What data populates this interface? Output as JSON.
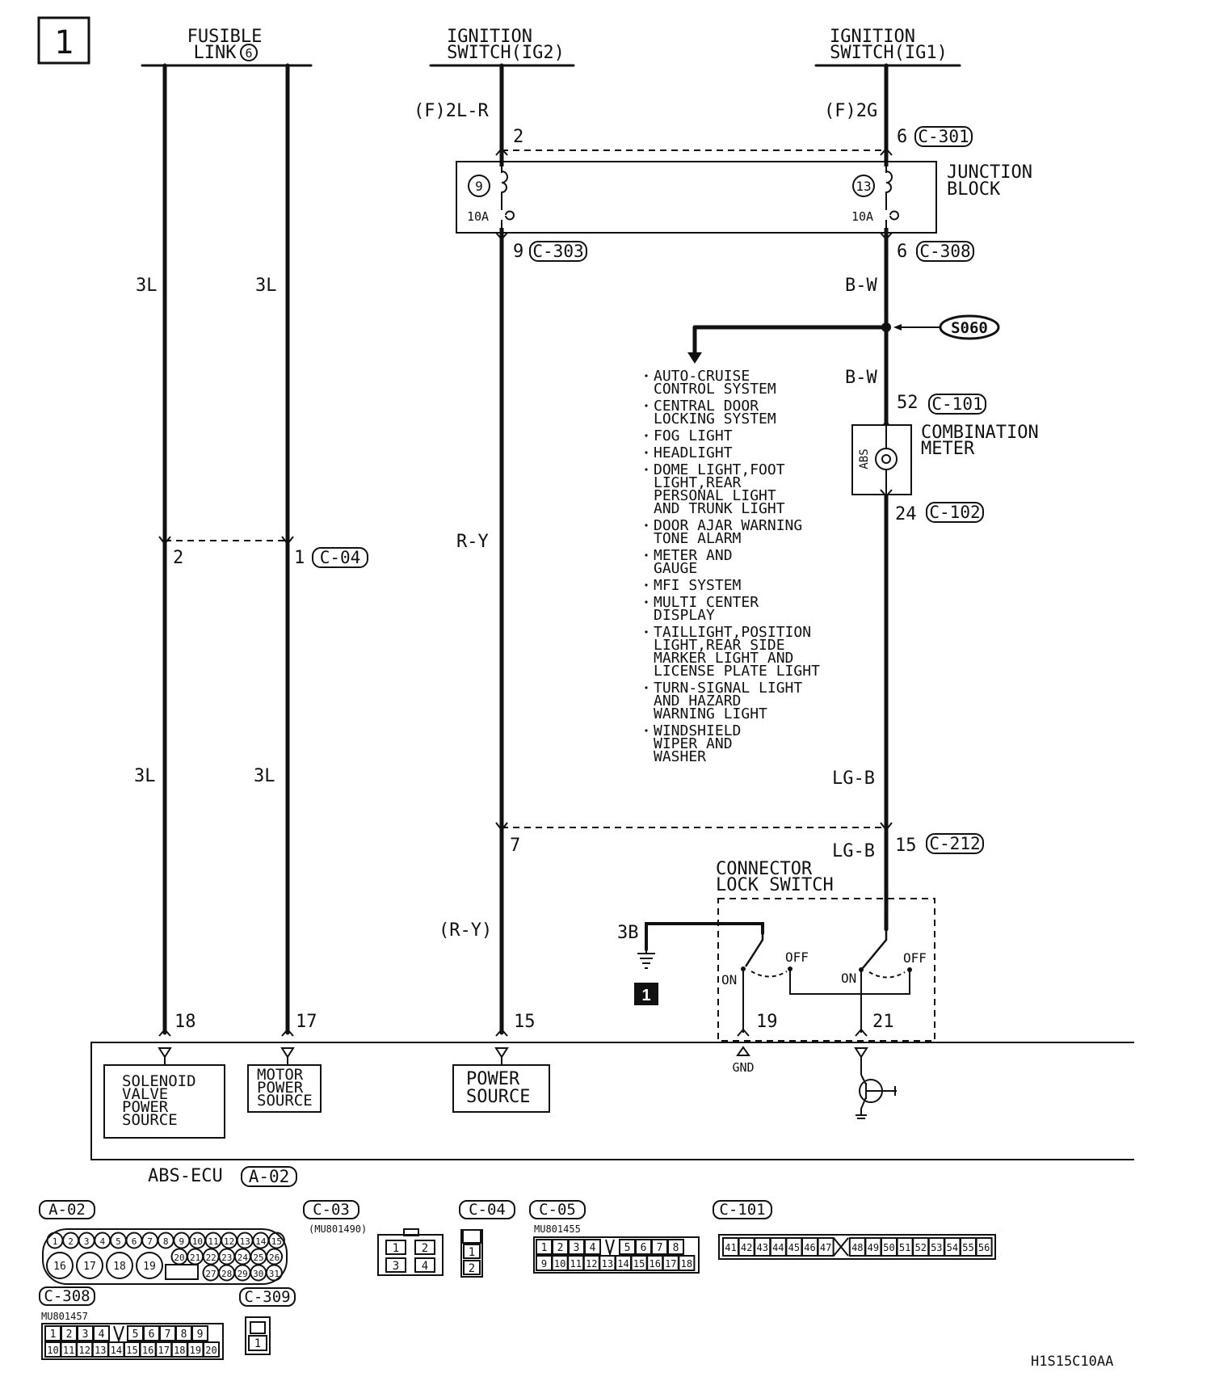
{
  "page_number": "1",
  "sources": {
    "fusible_link": [
      "FUSIBLE",
      "LINK"
    ],
    "fusible_link_num": "6",
    "ig2": [
      "IGNITION",
      "SWITCH(IG2)"
    ],
    "ig1": [
      "IGNITION",
      "SWITCH(IG1)"
    ]
  },
  "junction_block": {
    "label": [
      "JUNCTION",
      "BLOCK"
    ],
    "fuse_left": "9",
    "fuse_right": "13",
    "rating_left": "10A",
    "rating_right": "10A"
  },
  "wires": {
    "f2lr": "(F)2L-R",
    "f2g": "(F)2G",
    "l3_1": "3L",
    "l3_2": "3L",
    "l3_3": "3L",
    "l3_4": "3L",
    "bw_1": "B-W",
    "bw_2": "B-W",
    "ry": "R-Y",
    "ry_paren": "(R-Y)",
    "lgb_1": "LG-B",
    "lgb_2": "LG-B",
    "b3": "3B"
  },
  "pins": {
    "p2_top": "2",
    "p6_top": "6",
    "p9": "9",
    "p6_bot": "6",
    "p52": "52",
    "p24": "24",
    "p2_c04": "2",
    "p1_c04": "1",
    "p7": "7",
    "p15_c212": "15",
    "p18": "18",
    "p17": "17",
    "p15": "15",
    "p19": "19",
    "p21": "21"
  },
  "connectors": {
    "c301": "C-301",
    "c303": "C-303",
    "c308": "C-308",
    "c101": "C-101",
    "c102": "C-102",
    "c04": "C-04",
    "c212": "C-212",
    "a02": "A-02"
  },
  "splice": "S060",
  "combination_meter": {
    "label": [
      "COMBINATION",
      "METER"
    ],
    "lamp": "ABS"
  },
  "systems": [
    [
      "AUTO-CRUISE",
      "CONTROL SYSTEM"
    ],
    [
      "CENTRAL DOOR",
      "LOCKING SYSTEM"
    ],
    [
      "FOG LIGHT"
    ],
    [
      "HEADLIGHT"
    ],
    [
      "DOME LIGHT,FOOT",
      "LIGHT,REAR",
      "PERSONAL LIGHT",
      "AND TRUNK LIGHT"
    ],
    [
      "DOOR AJAR WARNING",
      "TONE ALARM"
    ],
    [
      "METER AND",
      "GAUGE"
    ],
    [
      "MFI SYSTEM"
    ],
    [
      "MULTI CENTER",
      "DISPLAY"
    ],
    [
      "TAILLIGHT,POSITION",
      "LIGHT,REAR SIDE",
      "MARKER LIGHT AND",
      "LICENSE PLATE LIGHT"
    ],
    [
      "TURN-SIGNAL LIGHT",
      "AND HAZARD",
      "WARNING LIGHT"
    ],
    [
      "WINDSHIELD",
      "WIPER AND",
      "WASHER"
    ]
  ],
  "connector_lock_switch": {
    "label": [
      "CONNECTOR",
      "LOCK SWITCH"
    ],
    "on": "ON",
    "off": "OFF"
  },
  "ground_ref": "1",
  "ecu": {
    "label": "ABS-ECU",
    "solenoid": [
      "SOLENOID",
      "VALVE",
      "POWER",
      "SOURCE"
    ],
    "motor": [
      "MOTOR",
      "POWER",
      "SOURCE"
    ],
    "power": [
      "POWER",
      "SOURCE"
    ],
    "gnd": "GND"
  },
  "connector_views": {
    "a02": "A-02",
    "a02_row1": [
      "1",
      "2",
      "3",
      "4",
      "5",
      "6",
      "7",
      "8",
      "9",
      "10",
      "11",
      "12",
      "13",
      "14",
      "15"
    ],
    "a02_row2": [
      "20",
      "21",
      "22",
      "23",
      "24",
      "25",
      "26"
    ],
    "a02_row3": [
      "27",
      "28",
      "29",
      "30",
      "31"
    ],
    "a02_big": [
      "16",
      "17",
      "18",
      "19"
    ],
    "c03": "C-03",
    "c03_part": "(MU801490)",
    "c03_pins": [
      "1",
      "2",
      "3",
      "4"
    ],
    "c04": "C-04",
    "c04_pins": [
      "1",
      "2"
    ],
    "c05": "C-05",
    "c05_part": "MU801455",
    "c05_row1": [
      "1",
      "2",
      "3",
      "4",
      "5",
      "6",
      "7",
      "8"
    ],
    "c05_row2": [
      "9",
      "10",
      "11",
      "12",
      "13",
      "14",
      "15",
      "16",
      "17",
      "18"
    ],
    "c101": "C-101",
    "c101_pins": [
      "41",
      "42",
      "43",
      "44",
      "45",
      "46",
      "47",
      "48",
      "49",
      "50",
      "51",
      "52",
      "53",
      "54",
      "55",
      "56"
    ],
    "c308": "C-308",
    "c308_part": "MU801457",
    "c308_row1": [
      "1",
      "2",
      "3",
      "4",
      "5",
      "6",
      "7",
      "8",
      "9"
    ],
    "c308_row2": [
      "10",
      "11",
      "12",
      "13",
      "14",
      "15",
      "16",
      "17",
      "18",
      "19",
      "20"
    ],
    "c309": "C-309",
    "c309_pins": [
      "1"
    ]
  },
  "figure_code": "H1S15C10AA"
}
